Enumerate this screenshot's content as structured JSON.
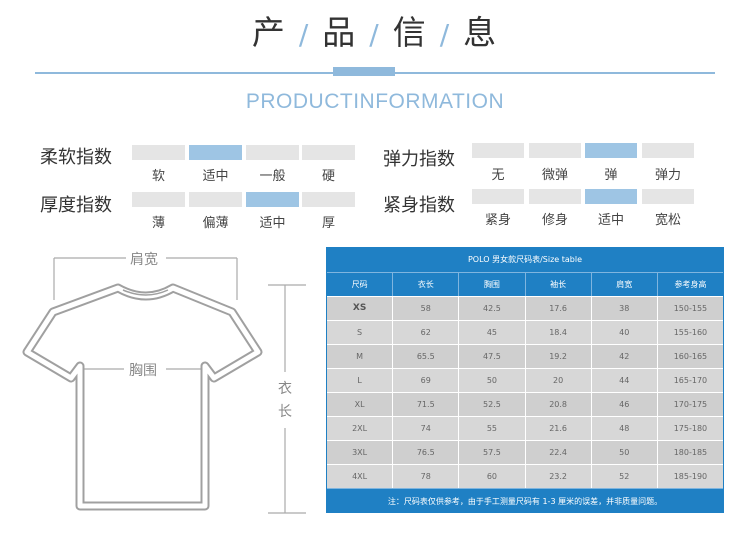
{
  "header": {
    "title_chars": [
      "产",
      "品",
      "信",
      "息"
    ],
    "separator": "/",
    "subtitle": "PRODUCTINFORMATION"
  },
  "indices": {
    "softness": {
      "label": "柔软指数",
      "options": [
        "软",
        "适中",
        "一般",
        "硬"
      ],
      "active": 1
    },
    "elasticity": {
      "label": "弹力指数",
      "options": [
        "无",
        "微弹",
        "弹",
        "弹力"
      ],
      "active": 2
    },
    "thickness": {
      "label": "厚度指数",
      "options": [
        "薄",
        "偏薄",
        "适中",
        "厚"
      ],
      "active": 2
    },
    "fit": {
      "label": "紧身指数",
      "options": [
        "紧身",
        "修身",
        "适中",
        "宽松"
      ],
      "active": 2
    }
  },
  "diagram": {
    "shoulder": "肩宽",
    "chest": "胸围",
    "length_chars": [
      "衣",
      "长"
    ]
  },
  "colors": {
    "accent": "#8fb9dc",
    "bar_active": "#9ec5e4",
    "bar_inactive": "#e5e5e5",
    "table_blue": "#1f80c4",
    "table_cell": "#cfcfcf"
  },
  "size_table": {
    "title": "POLO 男女款尺码表/Size table",
    "headers": [
      "尺码",
      "衣长",
      "胸围",
      "袖长",
      "肩宽",
      "参考身高"
    ],
    "rows": [
      [
        "XS",
        "58",
        "42.5",
        "17.6",
        "38",
        "150-155"
      ],
      [
        "S",
        "62",
        "45",
        "18.4",
        "40",
        "155-160"
      ],
      [
        "M",
        "65.5",
        "47.5",
        "19.2",
        "42",
        "160-165"
      ],
      [
        "L",
        "69",
        "50",
        "20",
        "44",
        "165-170"
      ],
      [
        "XL",
        "71.5",
        "52.5",
        "20.8",
        "46",
        "170-175"
      ],
      [
        "2XL",
        "74",
        "55",
        "21.6",
        "48",
        "175-180"
      ],
      [
        "3XL",
        "76.5",
        "57.5",
        "22.4",
        "50",
        "180-185"
      ],
      [
        "4XL",
        "78",
        "60",
        "23.2",
        "52",
        "185-190"
      ]
    ],
    "note": "注：尺码表仅供参考，由于手工测量尺码有 1-3 厘米的误差，并非质量问题。"
  }
}
